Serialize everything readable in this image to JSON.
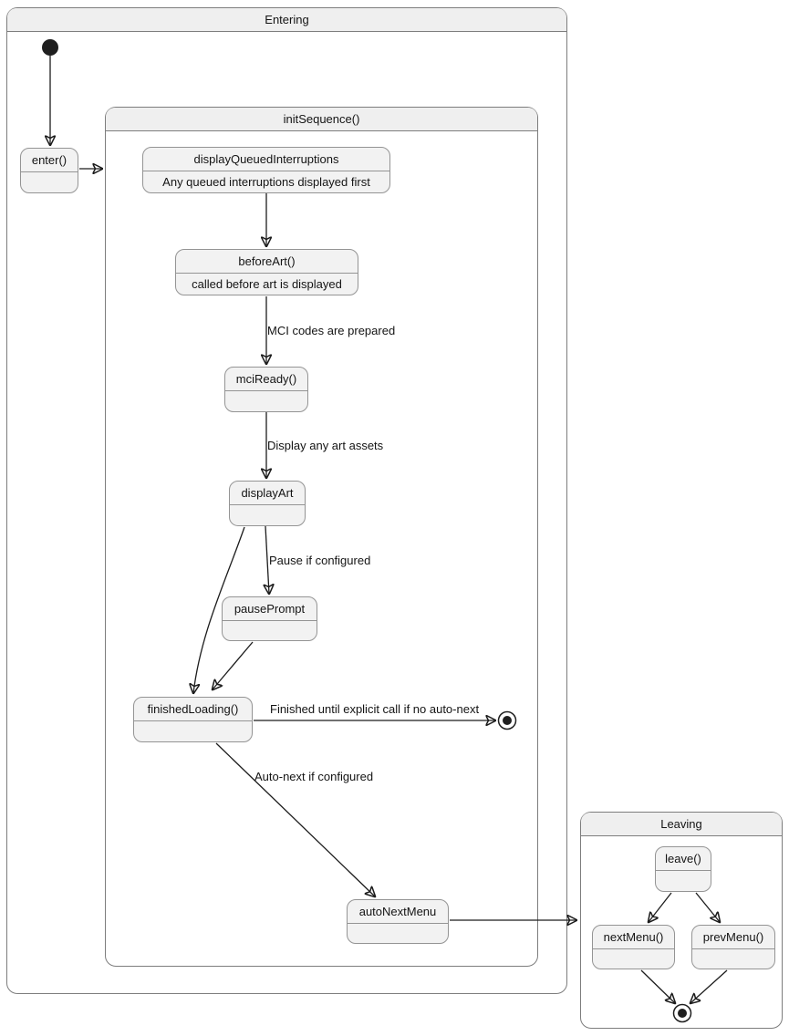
{
  "containers": {
    "entering": {
      "title": "Entering"
    },
    "init_sequence": {
      "title": "initSequence()"
    },
    "leaving": {
      "title": "Leaving"
    }
  },
  "states": {
    "enter": {
      "title": "enter()"
    },
    "display_queued_interruptions": {
      "title": "displayQueuedInterruptions",
      "description": "Any queued interruptions displayed first"
    },
    "before_art": {
      "title": "beforeArt()",
      "description": "called before art is displayed"
    },
    "mci_ready": {
      "title": "mciReady()"
    },
    "display_art": {
      "title": "displayArt"
    },
    "pause_prompt": {
      "title": "pausePrompt"
    },
    "finished_loading": {
      "title": "finishedLoading()"
    },
    "auto_next_menu": {
      "title": "autoNextMenu"
    },
    "leave": {
      "title": "leave()"
    },
    "next_menu": {
      "title": "nextMenu()"
    },
    "prev_menu": {
      "title": "prevMenu()"
    }
  },
  "transition_labels": {
    "mci_codes_prepared": "MCI codes are prepared",
    "display_art_assets": "Display any art assets",
    "pause_if_configured": "Pause if configured",
    "finished_until_explicit": "Finished until explicit call if no auto-next",
    "auto_next_if_configured": "Auto-next if configured"
  },
  "colors": {
    "state_fill": "#f2f2f2",
    "header_fill": "#efefef",
    "container_border": "#7d7d7d",
    "state_border": "#949494",
    "arrow": "#1c1c1c",
    "background": "#ffffff"
  }
}
